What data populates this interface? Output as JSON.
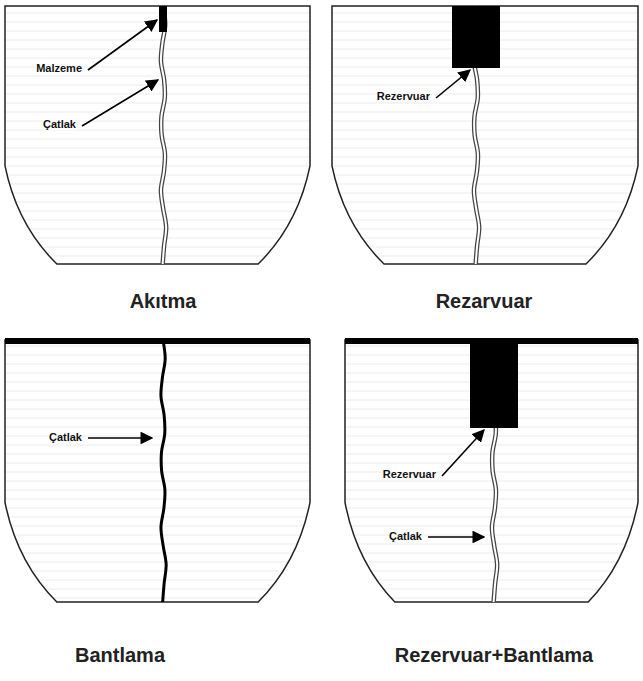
{
  "diagram": {
    "labels": [
      "Malzeme",
      "Çatlak",
      "Akıtma",
      "Rezervuar",
      "Rezarvuar",
      "Çatlak",
      "Bantlama",
      "Rezervuar",
      "Çatlak",
      "Rezervuar+Bantlama"
    ]
  }
}
